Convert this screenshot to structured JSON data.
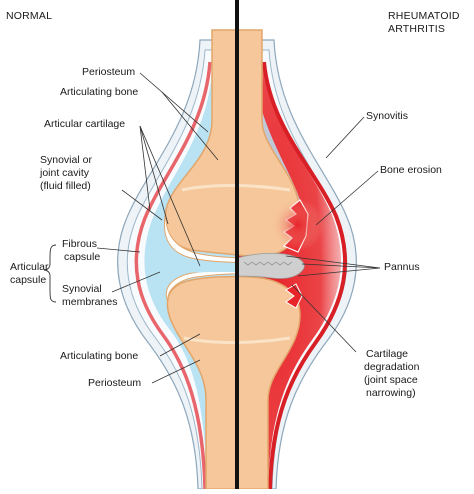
{
  "headers": {
    "left": "NORMAL",
    "right_line1": "RHEUMATOID",
    "right_line2": "ARTHRITIS"
  },
  "labels": {
    "periosteum_top": "Periosteum",
    "articulating_bone_top": "Articulating bone",
    "articular_cartilage": "Articular cartilage",
    "synovial_cavity_l1": "Synovial or",
    "synovial_cavity_l2": "joint cavity",
    "synovial_cavity_l3": "(fluid filled)",
    "fibrous_capsule_l1": "Fibrous",
    "fibrous_capsule_l2": "capsule",
    "articular_capsule_l1": "Articular",
    "articular_capsule_l2": "capsule",
    "synovial_membranes_l1": "Synovial",
    "synovial_membranes_l2": "membranes",
    "articulating_bone_bottom": "Articulating bone",
    "periosteum_bottom": "Periosteum",
    "synovitis": "Synovitis",
    "bone_erosion": "Bone erosion",
    "pannus": "Pannus",
    "cartilage_degradation_l1": "Cartilage",
    "cartilage_degradation_l2": "degradation",
    "cartilage_degradation_l3": "(joint space",
    "cartilage_degradation_l4": "narrowing)"
  },
  "colors": {
    "bone": "#f6c79a",
    "bone_inner": "#fbe3c8",
    "bone_outline": "#e2a66b",
    "synovial_fluid": "#b9e2f3",
    "capsule_line": "#9fb6c8",
    "synovial_membrane": "#e8666b",
    "inflammation": "#e8252b",
    "pannus": "#c7c7c7",
    "divider": "#111111"
  }
}
